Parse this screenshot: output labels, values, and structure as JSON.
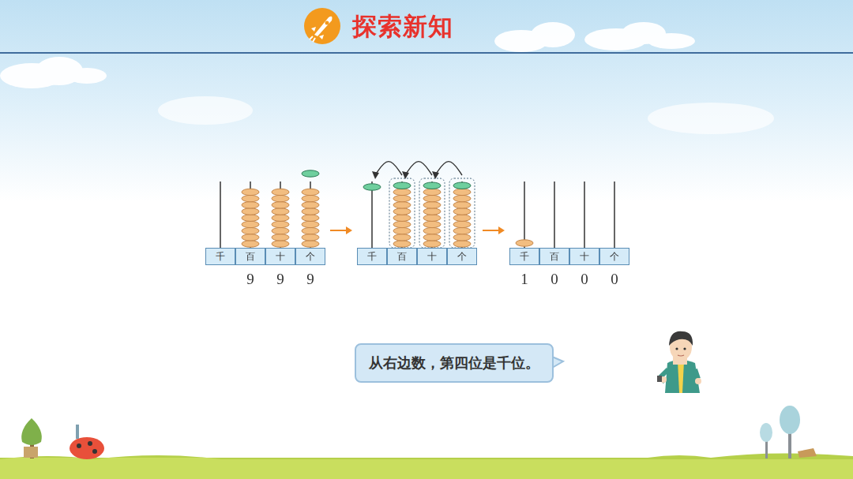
{
  "diagram": {
    "title": "探索新知",
    "nodes": [
      {
        "text": [
          "千"
        ]
      },
      {
        "text": [
          "百"
        ]
      },
      {
        "text": [
          "十"
        ]
      },
      {
        "text": [
          "个"
        ]
      },
      {
        "text": [
          "千"
        ]
      },
      {
        "text": [
          "百"
        ]
      },
      {
        "text": [
          "十"
        ]
      },
      {
        "text": [
          "个"
        ]
      },
      {
        "text": [
          "千"
        ]
      },
      {
        "text": [
          "百"
        ]
      },
      {
        "text": [
          "十"
        ]
      },
      {
        "text": [
          "个"
        ]
      },
      {
        "text": [
          "从右边数，第四位是千位。"
        ]
      }
    ],
    "labels": [
      "9",
      "9",
      "9",
      "1",
      "0",
      "0",
      "0"
    ]
  }
}
